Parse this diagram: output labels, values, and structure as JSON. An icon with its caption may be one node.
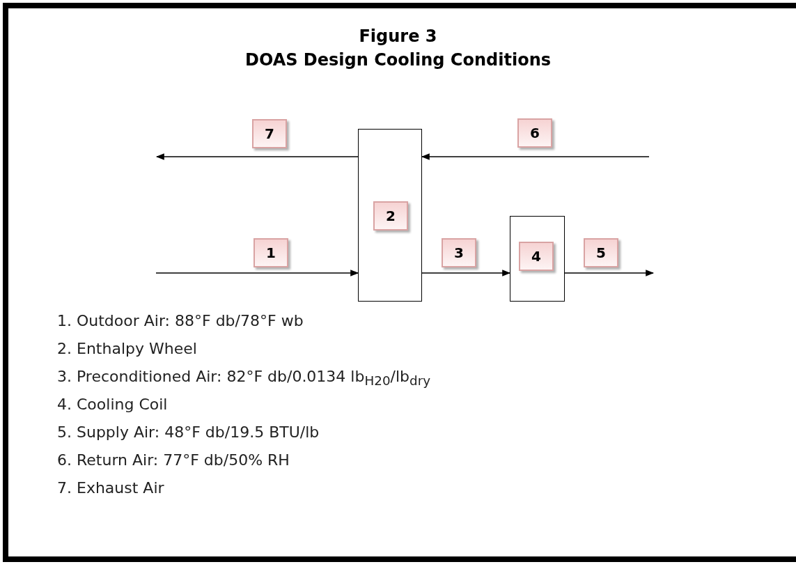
{
  "diagram": {
    "title": "Figure 3",
    "nodes": [
      {
        "text": [
          "2"
        ]
      },
      {
        "text": [
          "4"
        ]
      }
    ],
    "edges": [
      {
        "from": null,
        "to": 0,
        "arrow": "to",
        "label": "1"
      },
      {
        "from": 0,
        "to": 1,
        "arrow": "to",
        "label": "3"
      },
      {
        "from": 1,
        "to": null,
        "arrow": "to",
        "label": "5"
      },
      {
        "from": null,
        "to": 0,
        "arrow": "to",
        "label": "6"
      },
      {
        "from": 0,
        "to": null,
        "arrow": "to",
        "label": "7"
      }
    ],
    "labels": [
      "DOAS Design Cooling Conditions",
      "1. Outdoor Air: 88°F db/78°F wb",
      "2. Enthalpy Wheel",
      "3. Preconditioned Air: 82°F db/0.0134 lb$_{H20}$/lb$_{dry}$",
      "4. Cooling Coil",
      "5. Supply Air: 48°F db/19.5 BTU/lb",
      "6. Return Air: 77°F db/50% RH",
      "7. Exhaust Air"
    ]
  }
}
